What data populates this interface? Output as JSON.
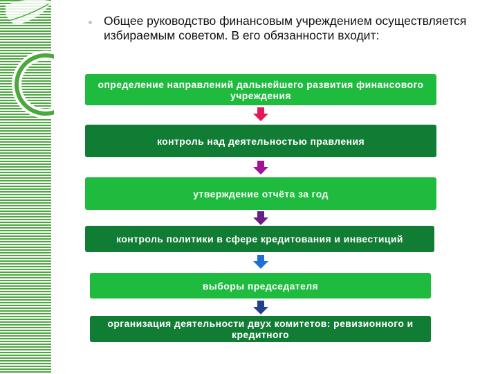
{
  "slide": {
    "intro_text": "Общее руководство финансовым учреждением осуществляется избираемым советом. В его обязанности входит:"
  },
  "flow": {
    "steps": [
      "определение направлений дальнейшего развития финансового учреждения",
      "контроль над деятельностью правления",
      "утверждение отчёта за год",
      "контроль политики в сфере кредитования и инвестиций",
      "выборы председателя",
      "организация деятельности двух комитетов: ревизионного и кредитного"
    ]
  },
  "colors": {
    "box_green": "#1fbb3e",
    "box_dark_green": "#107c34",
    "arrow_red": "#e6185a",
    "arrow_magenta": "#a21494",
    "arrow_purple": "#6a1e86",
    "arrow_blue": "#1e6fd6",
    "arrow_navy": "#24408a",
    "side_green": "#4aa83c"
  }
}
